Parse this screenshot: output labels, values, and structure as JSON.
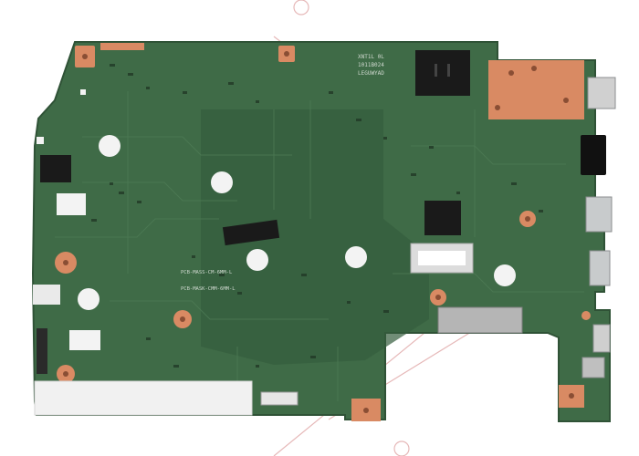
{
  "photo": {
    "subject": "laptop motherboard",
    "background": "#ffffff",
    "colors": {
      "pcb": "#3f6b47",
      "pcb_dark": "#355c3d",
      "trace": "#4d7a55",
      "copper_pad": "#d98a63",
      "chip": "#1a1a1a",
      "white_pad": "#f3f3f3",
      "connector_silver": "#bfc3c4",
      "watermark": "#e6b8b8"
    }
  },
  "silkscreen": {
    "label_a": "XNT1L 0L",
    "label_b": "1011B024",
    "label_c": "LEGUWYAD",
    "label_d": "PCB-MASS-CM-6MM-L",
    "label_e": "PCB-MASK-CMM-6MM-L"
  }
}
